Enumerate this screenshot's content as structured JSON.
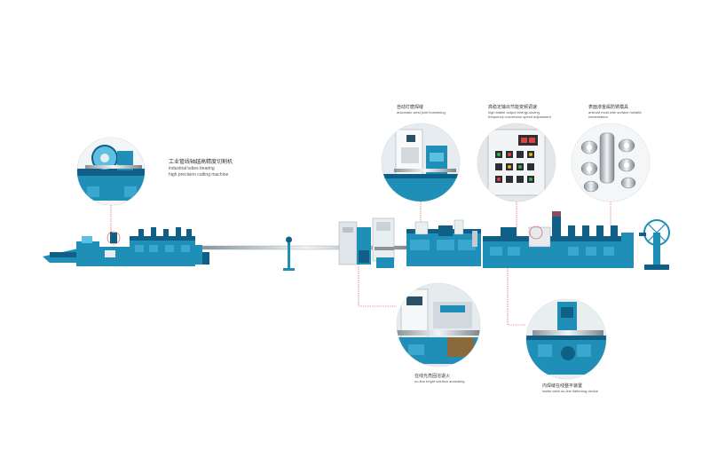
{
  "callouts": {
    "cutting": {
      "cn": "工业管线轴越高精度切割机",
      "en_lines": [
        "industrial tubes bearing",
        "high precision cutting machine"
      ]
    },
    "weld_burnishing": {
      "cn": "自动打磨焊缝",
      "en_lines": [
        "automatic weld joint burnishing"
      ]
    },
    "frequency": {
      "cn": "高稳定输出节能变频调速",
      "en_lines": [
        "high stable output energy-saving",
        "frequency conversion speed adjustment"
      ]
    },
    "mold": {
      "cn": "表面渗金属防锈模具",
      "en_lines": [
        "antirust mold with surface metallic",
        "cementation"
      ]
    },
    "annealing": {
      "cn": "在线光亮固溶退火",
      "en_lines": [
        "on-line bright solution annealing"
      ]
    },
    "flattening": {
      "cn": "内焊缝在线整平装置",
      "en_lines": [
        "inside weld on-line flattening device"
      ]
    }
  },
  "colors": {
    "machine_blue": "#1f8fb8",
    "machine_dark": "#0f5f86",
    "machine_light": "#5ec0e0",
    "callout_line": "#e04040",
    "panel_grey": "#d9dde0"
  },
  "icons": [
    "cutting-machine",
    "weld-station",
    "control-panel",
    "mold-rollers",
    "annealing-furnace",
    "flattening-device",
    "uncoiler"
  ]
}
